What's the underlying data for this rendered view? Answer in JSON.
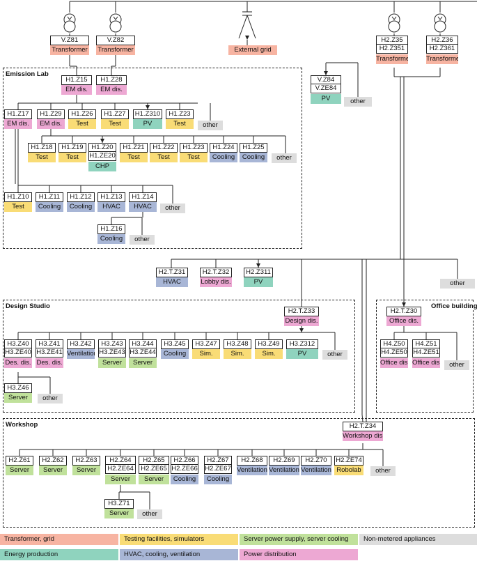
{
  "colors": {
    "grid": "#f7b4a2",
    "test": "#f9dc76",
    "server": "#c0e19b",
    "other": "#dddddd",
    "energy": "#8fd3be",
    "hvac": "#a8b6d6",
    "dist": "#eda8d3"
  },
  "areas": {
    "emission": "Emission Lab",
    "design": "Design Studio",
    "office": "Office building",
    "workshop": "Workshop"
  },
  "symbols": [
    {
      "id": "tr_z81",
      "type": "transformer",
      "name": "transformer-icon"
    },
    {
      "id": "tr_z82",
      "type": "transformer",
      "name": "transformer-icon"
    },
    {
      "id": "grid",
      "type": "grid",
      "name": "external-grid-icon"
    },
    {
      "id": "tr_z35",
      "type": "transformer",
      "name": "transformer-icon"
    },
    {
      "id": "tr_z36",
      "type": "transformer",
      "name": "transformer-icon"
    }
  ],
  "nodes": [
    {
      "id": "vz81",
      "lines": [
        "V.Z81"
      ],
      "label": "Transformer",
      "cat": "grid"
    },
    {
      "id": "vz82",
      "lines": [
        "V.Z82"
      ],
      "label": "Transformer",
      "cat": "grid"
    },
    {
      "id": "extgrid",
      "lines": [],
      "label": "External grid",
      "cat": "grid"
    },
    {
      "id": "h2z35",
      "lines": [
        "H2.Z35",
        "H2.Z351"
      ],
      "label": "Transformer",
      "cat": "grid"
    },
    {
      "id": "h2z36",
      "lines": [
        "H2.Z36",
        "H2.Z361"
      ],
      "label": "Transformer",
      "cat": "grid"
    },
    {
      "id": "h1z15",
      "lines": [
        "H1.Z15"
      ],
      "label": "EM dis.",
      "cat": "dist"
    },
    {
      "id": "h1z28",
      "lines": [
        "H1.Z28"
      ],
      "label": "EM dis.",
      "cat": "dist"
    },
    {
      "id": "vz84",
      "lines": [
        "V.Z84",
        "V.ZE84"
      ],
      "label": "PV",
      "cat": "energy"
    },
    {
      "id": "other_v",
      "lines": [],
      "label": "other",
      "cat": "other"
    },
    {
      "id": "h1z17",
      "lines": [
        "H1.Z17"
      ],
      "label": "EM dis.",
      "cat": "dist"
    },
    {
      "id": "h1z29",
      "lines": [
        "H1.Z29"
      ],
      "label": "EM dis.",
      "cat": "dist"
    },
    {
      "id": "h1z26",
      "lines": [
        "H1.Z26"
      ],
      "label": "Test",
      "cat": "test"
    },
    {
      "id": "h1z27",
      "lines": [
        "H1.Z27"
      ],
      "label": "Test",
      "cat": "test"
    },
    {
      "id": "h1z310",
      "lines": [
        "H1.Z310"
      ],
      "label": "PV",
      "cat": "energy"
    },
    {
      "id": "h1z23a",
      "lines": [
        "H1.Z23"
      ],
      "label": "Test",
      "cat": "test"
    },
    {
      "id": "other_a",
      "lines": [],
      "label": "other",
      "cat": "other"
    },
    {
      "id": "h1z18",
      "lines": [
        "H1.Z18"
      ],
      "label": "Test",
      "cat": "test"
    },
    {
      "id": "h1z19",
      "lines": [
        "H1.Z19"
      ],
      "label": "Test",
      "cat": "test"
    },
    {
      "id": "h1z20",
      "lines": [
        "H1.Z20",
        "H1.ZE20"
      ],
      "label": "CHP",
      "cat": "energy"
    },
    {
      "id": "h1z21",
      "lines": [
        "H1.Z21"
      ],
      "label": "Test",
      "cat": "test"
    },
    {
      "id": "h1z22",
      "lines": [
        "H1.Z22"
      ],
      "label": "Test",
      "cat": "test"
    },
    {
      "id": "h1z23b",
      "lines": [
        "H1.Z23"
      ],
      "label": "Test",
      "cat": "test"
    },
    {
      "id": "h1z24",
      "lines": [
        "H1.Z24"
      ],
      "label": "Cooling",
      "cat": "hvac"
    },
    {
      "id": "h1z25",
      "lines": [
        "H1.Z25"
      ],
      "label": "Cooling",
      "cat": "hvac"
    },
    {
      "id": "other_b",
      "lines": [],
      "label": "other",
      "cat": "other"
    },
    {
      "id": "h1z10",
      "lines": [
        "H1.Z10"
      ],
      "label": "Test",
      "cat": "test"
    },
    {
      "id": "h1z11",
      "lines": [
        "H1.Z11"
      ],
      "label": "Cooling",
      "cat": "hvac"
    },
    {
      "id": "h1z12",
      "lines": [
        "H1.Z12"
      ],
      "label": "Cooling",
      "cat": "hvac"
    },
    {
      "id": "h1z13",
      "lines": [
        "H1.Z13"
      ],
      "label": "HVAC",
      "cat": "hvac"
    },
    {
      "id": "h1z14",
      "lines": [
        "H1.Z14"
      ],
      "label": "HVAC",
      "cat": "hvac"
    },
    {
      "id": "other_c",
      "lines": [],
      "label": "other",
      "cat": "other"
    },
    {
      "id": "h1z16",
      "lines": [
        "H1.Z16"
      ],
      "label": "Cooling",
      "cat": "hvac"
    },
    {
      "id": "other_d",
      "lines": [],
      "label": "other",
      "cat": "other"
    },
    {
      "id": "h2tz31",
      "lines": [
        "H2.T.Z31"
      ],
      "label": "HVAC",
      "cat": "hvac"
    },
    {
      "id": "h2tz32",
      "lines": [
        "H2.T.Z32"
      ],
      "label": "Lobby dis.",
      "cat": "dist"
    },
    {
      "id": "h2z311",
      "lines": [
        "H2.Z311"
      ],
      "label": "PV",
      "cat": "energy"
    },
    {
      "id": "other_e",
      "lines": [],
      "label": "other",
      "cat": "other"
    },
    {
      "id": "h2tz33",
      "lines": [
        "H2.T.Z33"
      ],
      "label": "Design dis.",
      "cat": "dist"
    },
    {
      "id": "h3z40",
      "lines": [
        "H3.Z40",
        "H3.ZE40"
      ],
      "label": "Des. dis.",
      "cat": "dist"
    },
    {
      "id": "h3z41",
      "lines": [
        "H3.Z41",
        "H3.ZE41"
      ],
      "label": "Des. dis.",
      "cat": "dist"
    },
    {
      "id": "h3z42",
      "lines": [
        "H3.Z42"
      ],
      "label": "Ventilation",
      "cat": "hvac"
    },
    {
      "id": "h3z43",
      "lines": [
        "H3.Z43",
        "H3.ZE43"
      ],
      "label": "Server",
      "cat": "server"
    },
    {
      "id": "h3z44",
      "lines": [
        "H3.Z44",
        "H3.ZE44"
      ],
      "label": "Server",
      "cat": "server"
    },
    {
      "id": "h3z45",
      "lines": [
        "H3.Z45"
      ],
      "label": "Cooling",
      "cat": "hvac"
    },
    {
      "id": "h3z47",
      "lines": [
        "H3.Z47"
      ],
      "label": "Sim.",
      "cat": "test"
    },
    {
      "id": "h3z48",
      "lines": [
        "H3.Z48"
      ],
      "label": "Sim.",
      "cat": "test"
    },
    {
      "id": "h3z49",
      "lines": [
        "H3.Z49"
      ],
      "label": "Sim.",
      "cat": "test"
    },
    {
      "id": "h3z312",
      "lines": [
        "H3.Z312"
      ],
      "label": "PV",
      "cat": "energy"
    },
    {
      "id": "other_f",
      "lines": [],
      "label": "other",
      "cat": "other"
    },
    {
      "id": "h3z46",
      "lines": [
        "H3.Z46"
      ],
      "label": "Server",
      "cat": "server"
    },
    {
      "id": "other_g",
      "lines": [],
      "label": "other",
      "cat": "other"
    },
    {
      "id": "h2tz30",
      "lines": [
        "H2.T.Z30"
      ],
      "label": "Office dis.",
      "cat": "dist"
    },
    {
      "id": "h4z50",
      "lines": [
        "H4.Z50",
        "H4.ZE50"
      ],
      "label": "Office dis.",
      "cat": "dist"
    },
    {
      "id": "h4z51",
      "lines": [
        "H4.Z51",
        "H4.ZE51"
      ],
      "label": "Office dis.",
      "cat": "dist"
    },
    {
      "id": "other_h",
      "lines": [],
      "label": "other",
      "cat": "other"
    },
    {
      "id": "h2tz34",
      "lines": [
        "H2.T.Z34"
      ],
      "label": "Workshop dis.",
      "cat": "dist"
    },
    {
      "id": "h2z61",
      "lines": [
        "H2.Z61"
      ],
      "label": "Server",
      "cat": "server"
    },
    {
      "id": "h2z62",
      "lines": [
        "H2.Z62"
      ],
      "label": "Server",
      "cat": "server"
    },
    {
      "id": "h2z63",
      "lines": [
        "H2.Z63"
      ],
      "label": "Server",
      "cat": "server"
    },
    {
      "id": "h2z64",
      "lines": [
        "H2.Z64",
        "H2.ZE64"
      ],
      "label": "Server",
      "cat": "server"
    },
    {
      "id": "h2z65",
      "lines": [
        "H2.Z65",
        "H2.ZE65"
      ],
      "label": "Server",
      "cat": "server"
    },
    {
      "id": "h2z66",
      "lines": [
        "H2.Z66",
        "H2.ZE66"
      ],
      "label": "Cooling",
      "cat": "hvac"
    },
    {
      "id": "h2z67",
      "lines": [
        "H2.Z67",
        "H2.ZE67"
      ],
      "label": "Cooling",
      "cat": "hvac"
    },
    {
      "id": "h2z68",
      "lines": [
        "H2.Z68"
      ],
      "label": "Ventilation",
      "cat": "hvac"
    },
    {
      "id": "h2z69",
      "lines": [
        "H2.Z69"
      ],
      "label": "Ventilation",
      "cat": "hvac"
    },
    {
      "id": "h2z70",
      "lines": [
        "H2.Z70"
      ],
      "label": "Ventilation",
      "cat": "hvac"
    },
    {
      "id": "h2ze74",
      "lines": [
        "H2.ZE74"
      ],
      "label": "Robolab",
      "cat": "test"
    },
    {
      "id": "other_i",
      "lines": [],
      "label": "other",
      "cat": "other"
    },
    {
      "id": "h3z71",
      "lines": [
        "H3.Z71"
      ],
      "label": "Server",
      "cat": "server"
    },
    {
      "id": "other_j",
      "lines": [],
      "label": "other",
      "cat": "other"
    }
  ],
  "legend": [
    {
      "label": "Transformer, grid",
      "cat": "grid"
    },
    {
      "label": "Testing facilities, simulators",
      "cat": "test"
    },
    {
      "label": "Server power supply, server cooling",
      "cat": "server"
    },
    {
      "label": "Non-metered appliances",
      "cat": "other"
    },
    {
      "label": "Energy production",
      "cat": "energy"
    },
    {
      "label": "HVAC, cooling, ventilation",
      "cat": "hvac"
    },
    {
      "label": "Power distribution",
      "cat": "dist"
    }
  ]
}
